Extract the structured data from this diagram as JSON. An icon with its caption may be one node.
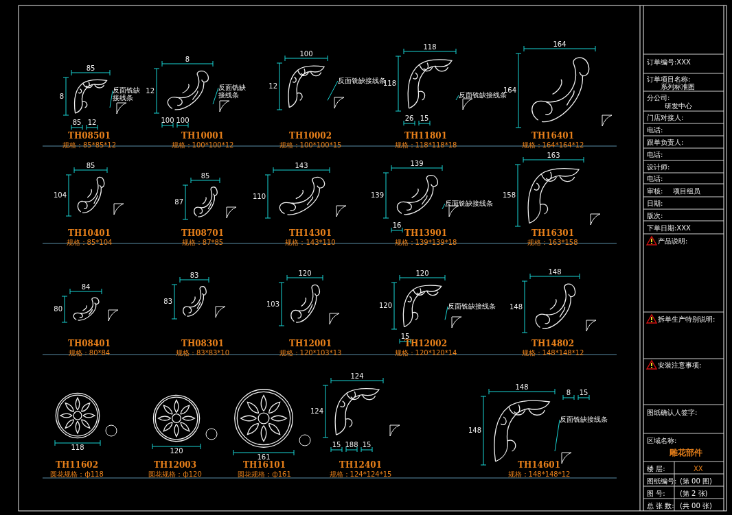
{
  "diagram": {
    "nodes": [
      {
        "text": [],
        "shape": "picture",
        "beside": [
          "TH08501",
          "规格：85*85*12"
        ]
      },
      {
        "text": [
          "反面铣缺接线条"
        ]
      },
      {
        "text": [],
        "shape": "picture",
        "beside": [
          "TH10001",
          "规格：100*100*12"
        ]
      },
      {
        "text": [
          "反面铣缺接线条"
        ]
      },
      {
        "text": [],
        "shape": "picture",
        "beside": [
          "TH10002",
          "规格：100*100*15"
        ]
      },
      {
        "text": [
          "反面铣缺接线条"
        ]
      },
      {
        "text": [],
        "shape": "picture",
        "beside": [
          "TH11801",
          "规格：118*118*18"
        ]
      },
      {
        "text": [
          "反面铣缺接线条"
        ]
      },
      {
        "text": [],
        "shape": "picture",
        "beside": [
          "TH13901",
          "规格：139*139*18"
        ]
      },
      {
        "text": [
          "反面铣缺接线条"
        ]
      },
      {
        "text": [],
        "shape": "picture",
        "beside": [
          "TH12002",
          "规格：120*120*14"
        ]
      },
      {
        "text": [
          "反面铣缺接线条"
        ]
      },
      {
        "text": [],
        "shape": "picture",
        "beside": [
          "TH14601",
          "规格：148*148*12"
        ]
      },
      {
        "text": [
          "反面铣缺接线条"
        ]
      }
    ],
    "edges": [
      {
        "from": 1,
        "to": 0,
        "arrow": "none"
      },
      {
        "from": 3,
        "to": 2,
        "arrow": "none"
      },
      {
        "from": 5,
        "to": 4,
        "arrow": "none"
      },
      {
        "from": 7,
        "to": 6,
        "arrow": "none"
      },
      {
        "from": 9,
        "to": 8,
        "arrow": "none"
      },
      {
        "from": 11,
        "to": 10,
        "arrow": "none"
      },
      {
        "from": 13,
        "to": 12,
        "arrow": "none"
      }
    ],
    "labels": [
      "85",
      "8",
      "85",
      "12",
      "8",
      "12",
      "100",
      "100",
      "100",
      "12",
      "118",
      "118",
      "26",
      "15",
      "164",
      "164",
      "TH16401",
      "规格：164*164*12",
      "85",
      "104",
      "TH10401",
      "规格：85*104",
      "85",
      "87",
      "TH08701",
      "规格：87*85",
      "143",
      "110",
      "TH14301",
      "规格：143*110",
      "139",
      "139",
      "16",
      "163",
      "158",
      "TH16301",
      "规格：163*158",
      "84",
      "80",
      "TH08401",
      "规格：80*84",
      "83",
      "83",
      "TH08301",
      "规格：83*83*10",
      "120",
      "103",
      "TH12001",
      "规格：120*103*13",
      "120",
      "120",
      "15",
      "148",
      "148",
      "TH14802",
      "规格：148*148*12",
      "118",
      "TH11602",
      "圆花规格：ф118",
      "120",
      "TH12003",
      "圆花规格：ф120",
      "161",
      "TH16101",
      "圆花规格：ф161",
      "124",
      "124",
      "15",
      "188",
      "15",
      "TH12401",
      "规格：124*124*15",
      "148",
      "148",
      "8",
      "15",
      "订单编号:XXX",
      "订单项目名称:",
      "系列标准图",
      "分公司:",
      "研发中心",
      "门店对接人:",
      "电话:",
      "跟单负责人:",
      "电话:",
      "设计师:",
      "电话:",
      "审核:",
      "项目组员",
      "日期:",
      "版次:",
      "下单日期:XXX",
      "产品说明:",
      "拆单生产特别说明:",
      "安装注意事项:",
      "图纸确认人签字:",
      "区域名称:",
      "雕花部件",
      "楼 层:",
      "XX",
      "图纸编号:",
      "(第 00 图)",
      "图 号:",
      "(第 2 张)",
      "总 张 数:",
      "(共 00 张)"
    ]
  }
}
